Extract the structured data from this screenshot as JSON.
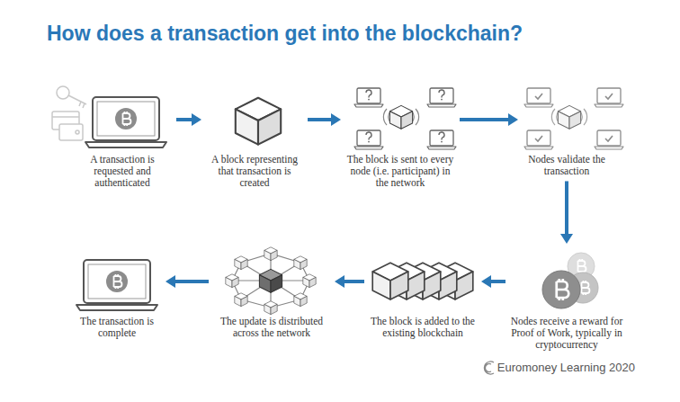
{
  "diagram": {
    "title": "How does a transaction get into the blockchain?",
    "caption": "Euromoney Learning 2020",
    "nodes": [
      {
        "text": [
          "A transaction is requested and authenticated"
        ]
      },
      {
        "text": [
          "A block representing that transaction is created"
        ]
      },
      {
        "text": [
          "The block is sent to every node (i.e. participant) in the network"
        ]
      },
      {
        "text": [
          "Nodes validate the transaction"
        ]
      },
      {
        "text": [
          "Nodes receive a reward for Proof of Work, typically in cryptocurrency"
        ]
      },
      {
        "text": [
          "The block is added to the existing blockchain"
        ]
      },
      {
        "text": [
          "The update is distributed across the network"
        ]
      },
      {
        "text": [
          "The transaction is complete"
        ]
      }
    ],
    "edges": [
      {
        "from": 0,
        "to": 1,
        "arrow": "to"
      },
      {
        "from": 1,
        "to": 2,
        "arrow": "to"
      },
      {
        "from": 2,
        "to": 3,
        "arrow": "to"
      },
      {
        "from": 3,
        "to": 4,
        "arrow": "to"
      },
      {
        "from": 4,
        "to": 5,
        "arrow": "to"
      },
      {
        "from": 5,
        "to": 6,
        "arrow": "to"
      },
      {
        "from": 6,
        "to": 7,
        "arrow": "to"
      }
    ]
  }
}
